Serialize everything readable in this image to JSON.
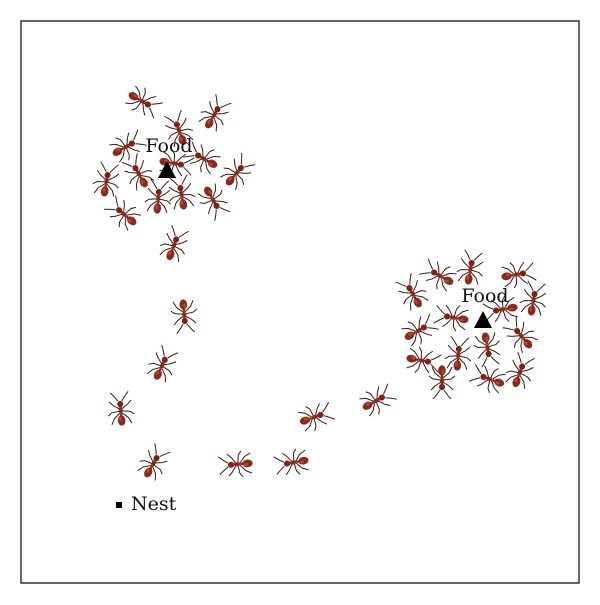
{
  "labels": {
    "food": "Food",
    "nest": "Nest"
  },
  "colors": {
    "frame": "#333333",
    "ant_body": "#8a2a1c",
    "ant_highlight": "#c8553e",
    "ant_legs": "#3a1a12",
    "marker": "#000000"
  },
  "icons": {
    "food": "black-triangle",
    "nest": "black-square",
    "agent": "ant"
  }
}
